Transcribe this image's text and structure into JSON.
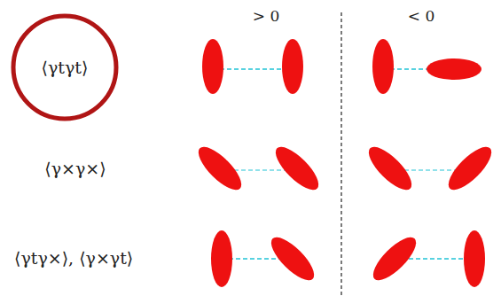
{
  "diagram": {
    "nodes": [
      {
        "text": [
          "⟨γtγt⟩"
        ]
      }
    ],
    "labels": [
      "> 0",
      "< 0",
      "⟨γ×γ×⟩",
      "⟨γtγ×⟩, ⟨γ×γt⟩"
    ]
  }
}
